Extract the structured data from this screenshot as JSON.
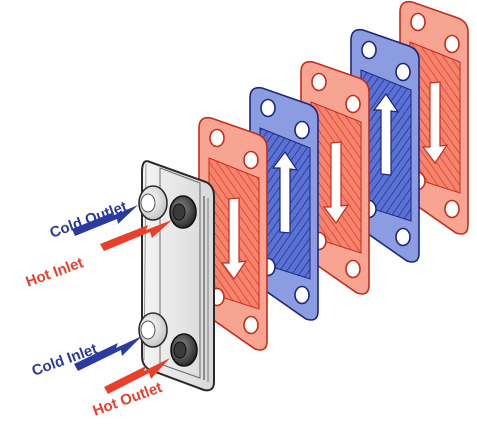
{
  "colors": {
    "hot": "#e8402a",
    "cold": "#2b3a9e",
    "hot_plate": "#f2735c",
    "cold_plate": "#4b63c6",
    "frame": "#2a2a2a"
  },
  "ports": {
    "cold_outlet": "Cold Outlet",
    "hot_inlet": "Hot Inlet",
    "cold_inlet": "Cold Inlet",
    "hot_outlet": "Hot Outlet"
  },
  "plates": [
    {
      "type": "hot",
      "flow": "down"
    },
    {
      "type": "cold",
      "flow": "up"
    },
    {
      "type": "hot",
      "flow": "down"
    },
    {
      "type": "cold",
      "flow": "up"
    },
    {
      "type": "hot",
      "flow": "down"
    }
  ]
}
